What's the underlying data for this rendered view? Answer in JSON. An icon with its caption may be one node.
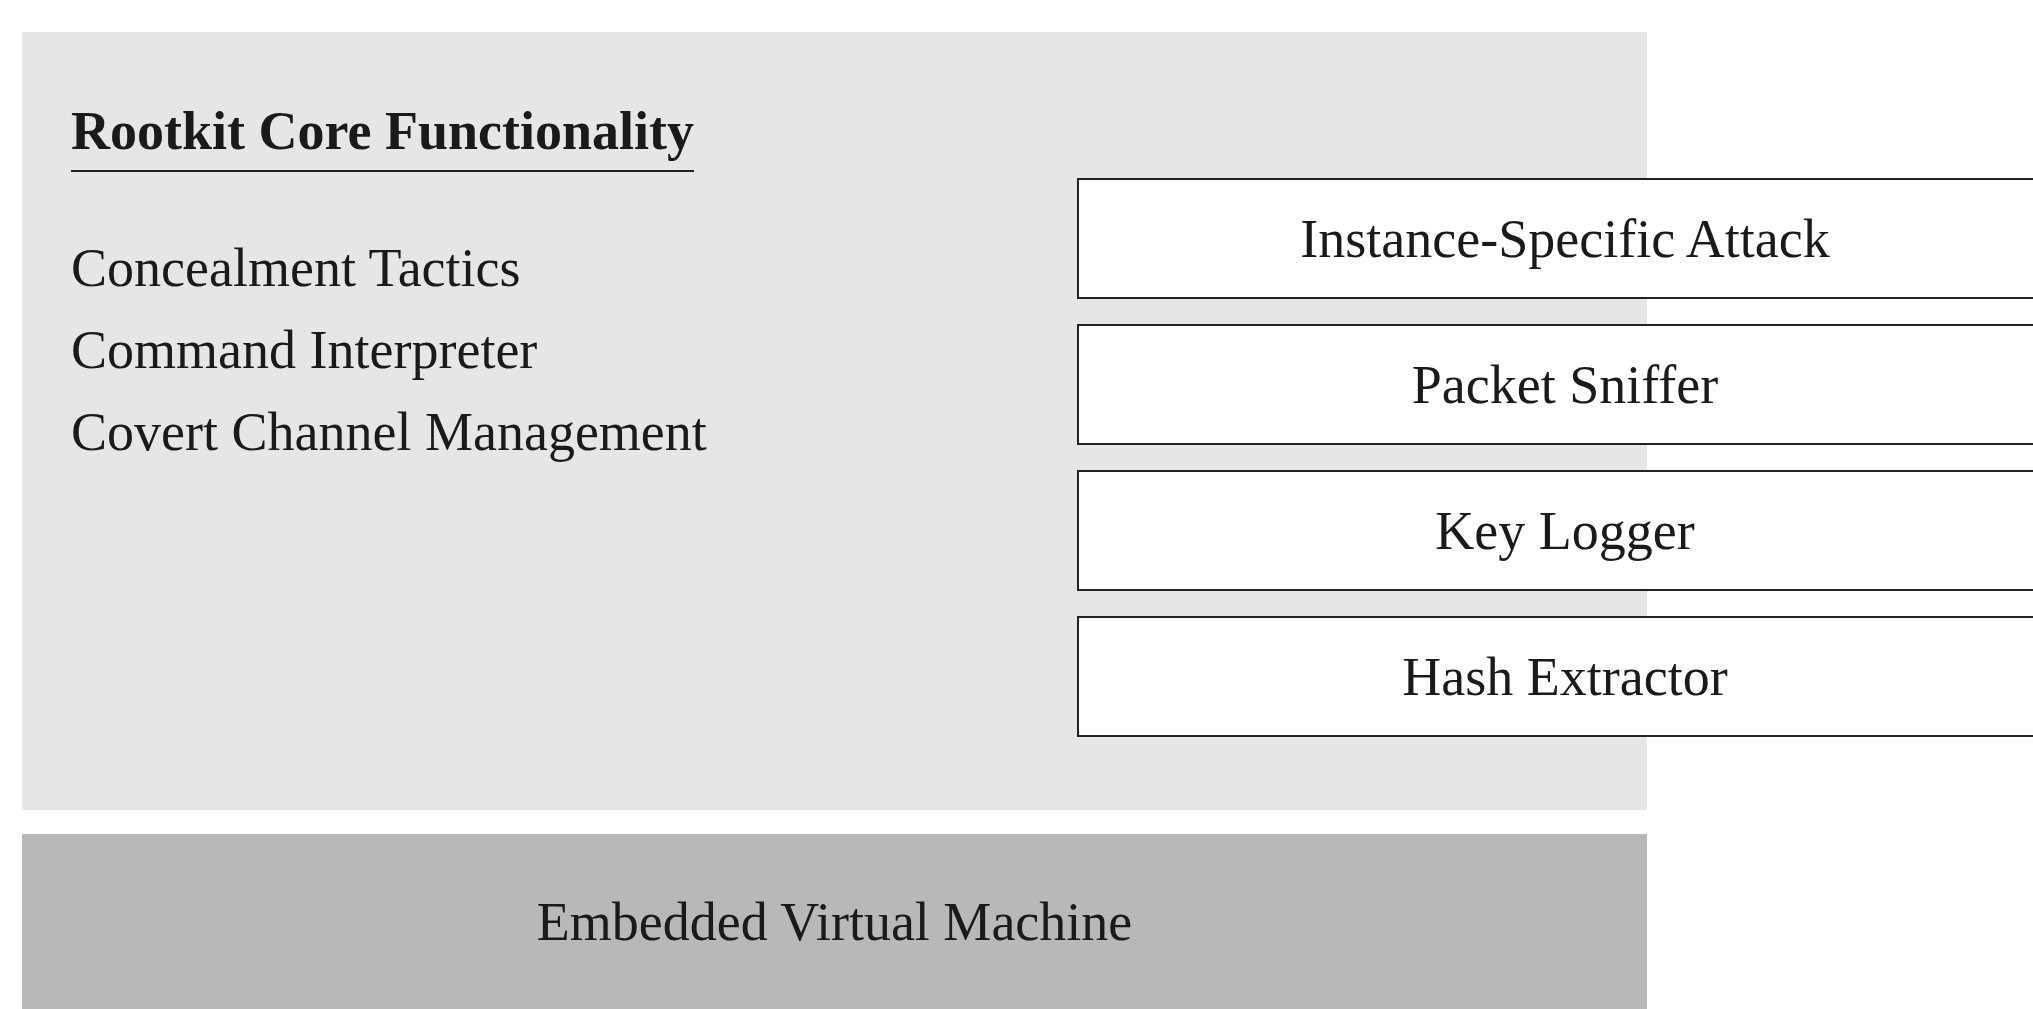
{
  "diagram": {
    "nodes": [
      {
        "text": [
          "Rootkit Core Functionality",
          "Concealment Tactics",
          "Command Interpreter",
          "Covert Channel Management"
        ]
      },
      {
        "text": [
          "Instance-Specific Attack"
        ]
      },
      {
        "text": [
          "Packet Sniffer"
        ]
      },
      {
        "text": [
          "Key Logger"
        ]
      },
      {
        "text": [
          "Hash Extractor"
        ]
      },
      {
        "text": [
          "Embedded Virtual Machine"
        ]
      }
    ]
  }
}
